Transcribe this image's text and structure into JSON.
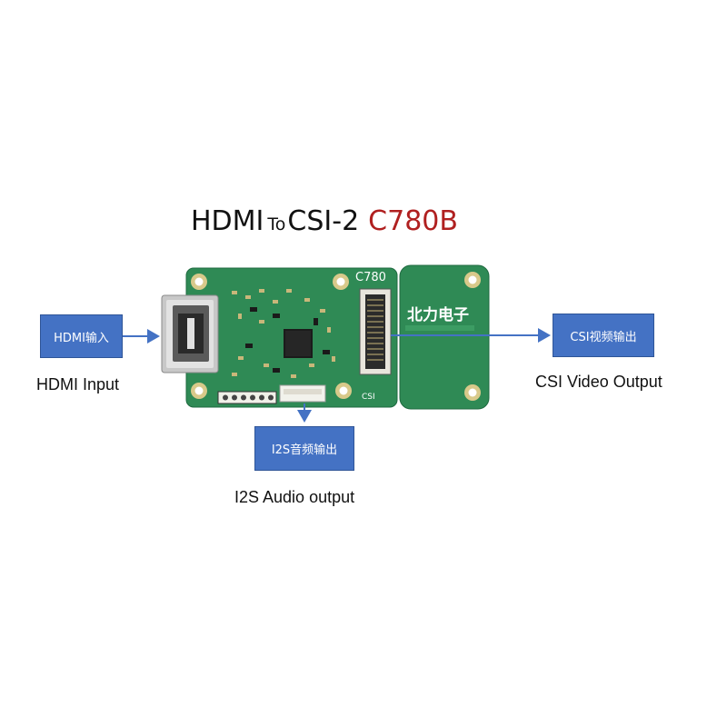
{
  "title": {
    "part1": "HDMI",
    "to": "To",
    "part2": "CSI-2",
    "model": "C780B"
  },
  "board": {
    "silk_model": "C780",
    "silk_csi": "CSI",
    "brand": "北力电子"
  },
  "boxes": {
    "hdmi_in": "HDMI输入",
    "csi_out": "CSI视频输出",
    "i2s_out": "I2S音频输出"
  },
  "captions": {
    "hdmi_input": "HDMI Input",
    "csi_output": "CSI Video Output",
    "i2s_output": "I2S Audio output"
  },
  "colors": {
    "box_fill": "#4472c4",
    "arrow": "#4472c4",
    "pcb_green": "#2f8a55",
    "model_red": "#b02020"
  }
}
